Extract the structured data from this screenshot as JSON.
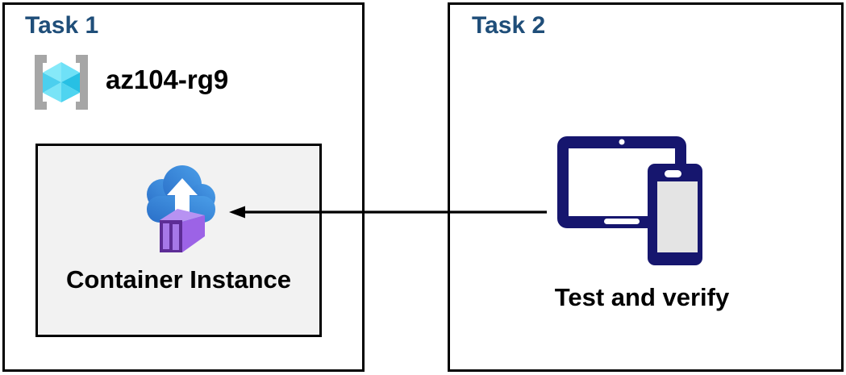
{
  "task1": {
    "title": "Task 1",
    "rg_name": "az104-rg9",
    "container_label": "Container Instance"
  },
  "task2": {
    "title": "Task 2",
    "label": "Test and verify"
  },
  "icons": {
    "resource_group": "resource-group-icon",
    "container_instance": "container-instance-icon",
    "devices": "devices-icon",
    "connector": "left-arrow-icon"
  },
  "colors": {
    "task_title": "#1f4e79",
    "box_border": "#000000",
    "inner_box_bg": "#f2f2f2",
    "device_navy": "#16166e",
    "cloud_blue": "#3a88dc",
    "container_purple": "#9c63e6",
    "cube_cyan": "#45d2f0",
    "bracket_gray": "#a6a6a6",
    "arrow": "#000000"
  },
  "arrow": {
    "direction": "right-to-left"
  }
}
